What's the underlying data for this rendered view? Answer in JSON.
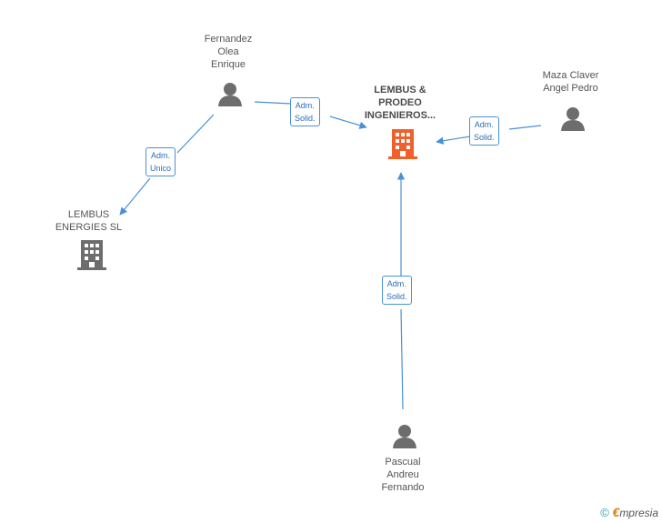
{
  "nodes": {
    "fernandez": {
      "label": "Fernandez\nOlea\nEnrique",
      "icon": "person-icon"
    },
    "lembus_prodeo": {
      "label": "LEMBUS &\nPRODEO\nINGENIEROS...",
      "icon": "building-icon"
    },
    "maza": {
      "label": "Maza Claver\nAngel Pedro",
      "icon": "person-icon"
    },
    "lembus_energies": {
      "label": "LEMBUS\nENERGIES SL",
      "icon": "building-icon"
    },
    "pascual": {
      "label": "Pascual\nAndreu\nFernando",
      "icon": "person-icon"
    }
  },
  "edges": {
    "fernandez_to_prodeo": "Adm.\nSolid.",
    "maza_to_prodeo": "Adm.\nSolid.",
    "fernandez_to_energies": "Adm.\nUnico",
    "pascual_to_prodeo": "Adm.\nSolid."
  },
  "footer": {
    "copyright_symbol": "©",
    "brand_initial": "€",
    "brand_rest": "mpresia"
  },
  "colors": {
    "edge": "#4a90d9",
    "main_building": "#f0602a",
    "building": "#6d6d6d",
    "person": "#6d6d6d"
  }
}
